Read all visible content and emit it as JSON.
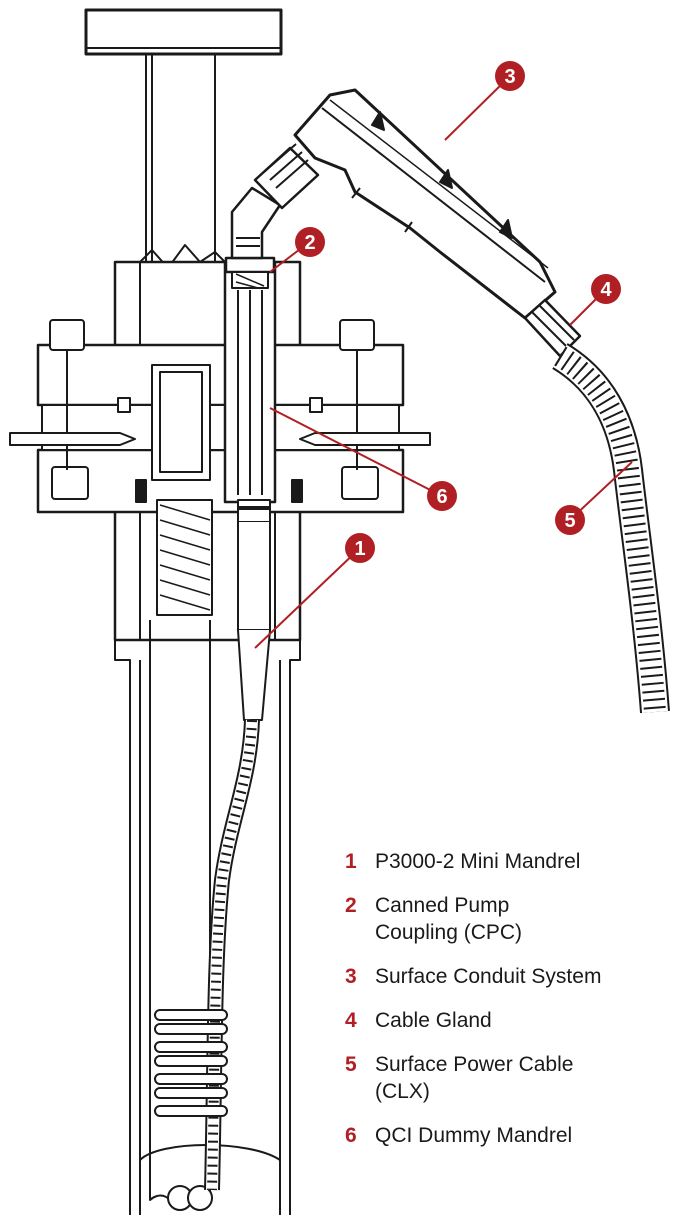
{
  "colors": {
    "accent": "#b01f24",
    "line": "#1a1a1a",
    "text": "#1a1a1a"
  },
  "callouts": [
    {
      "number": "1",
      "name": "P3000-2 Mini Mandrel"
    },
    {
      "number": "2",
      "name": "Canned Pump Coupling (CPC)"
    },
    {
      "number": "3",
      "name": "Surface Conduit System"
    },
    {
      "number": "4",
      "name": "Cable Gland"
    },
    {
      "number": "5",
      "name": "Surface Power Cable (CLX)"
    },
    {
      "number": "6",
      "name": "QCI Dummy Mandrel"
    }
  ],
  "legend": [
    {
      "number": "1",
      "line1": "P3000-2 Mini Mandrel",
      "line2": ""
    },
    {
      "number": "2",
      "line1": "Canned Pump",
      "line2": "Coupling (CPC)"
    },
    {
      "number": "3",
      "line1": "Surface Conduit System",
      "line2": ""
    },
    {
      "number": "4",
      "line1": "Cable Gland",
      "line2": ""
    },
    {
      "number": "5",
      "line1": "Surface Power Cable",
      "line2": "(CLX)"
    },
    {
      "number": "6",
      "line1": "QCI Dummy Mandrel",
      "line2": ""
    }
  ]
}
